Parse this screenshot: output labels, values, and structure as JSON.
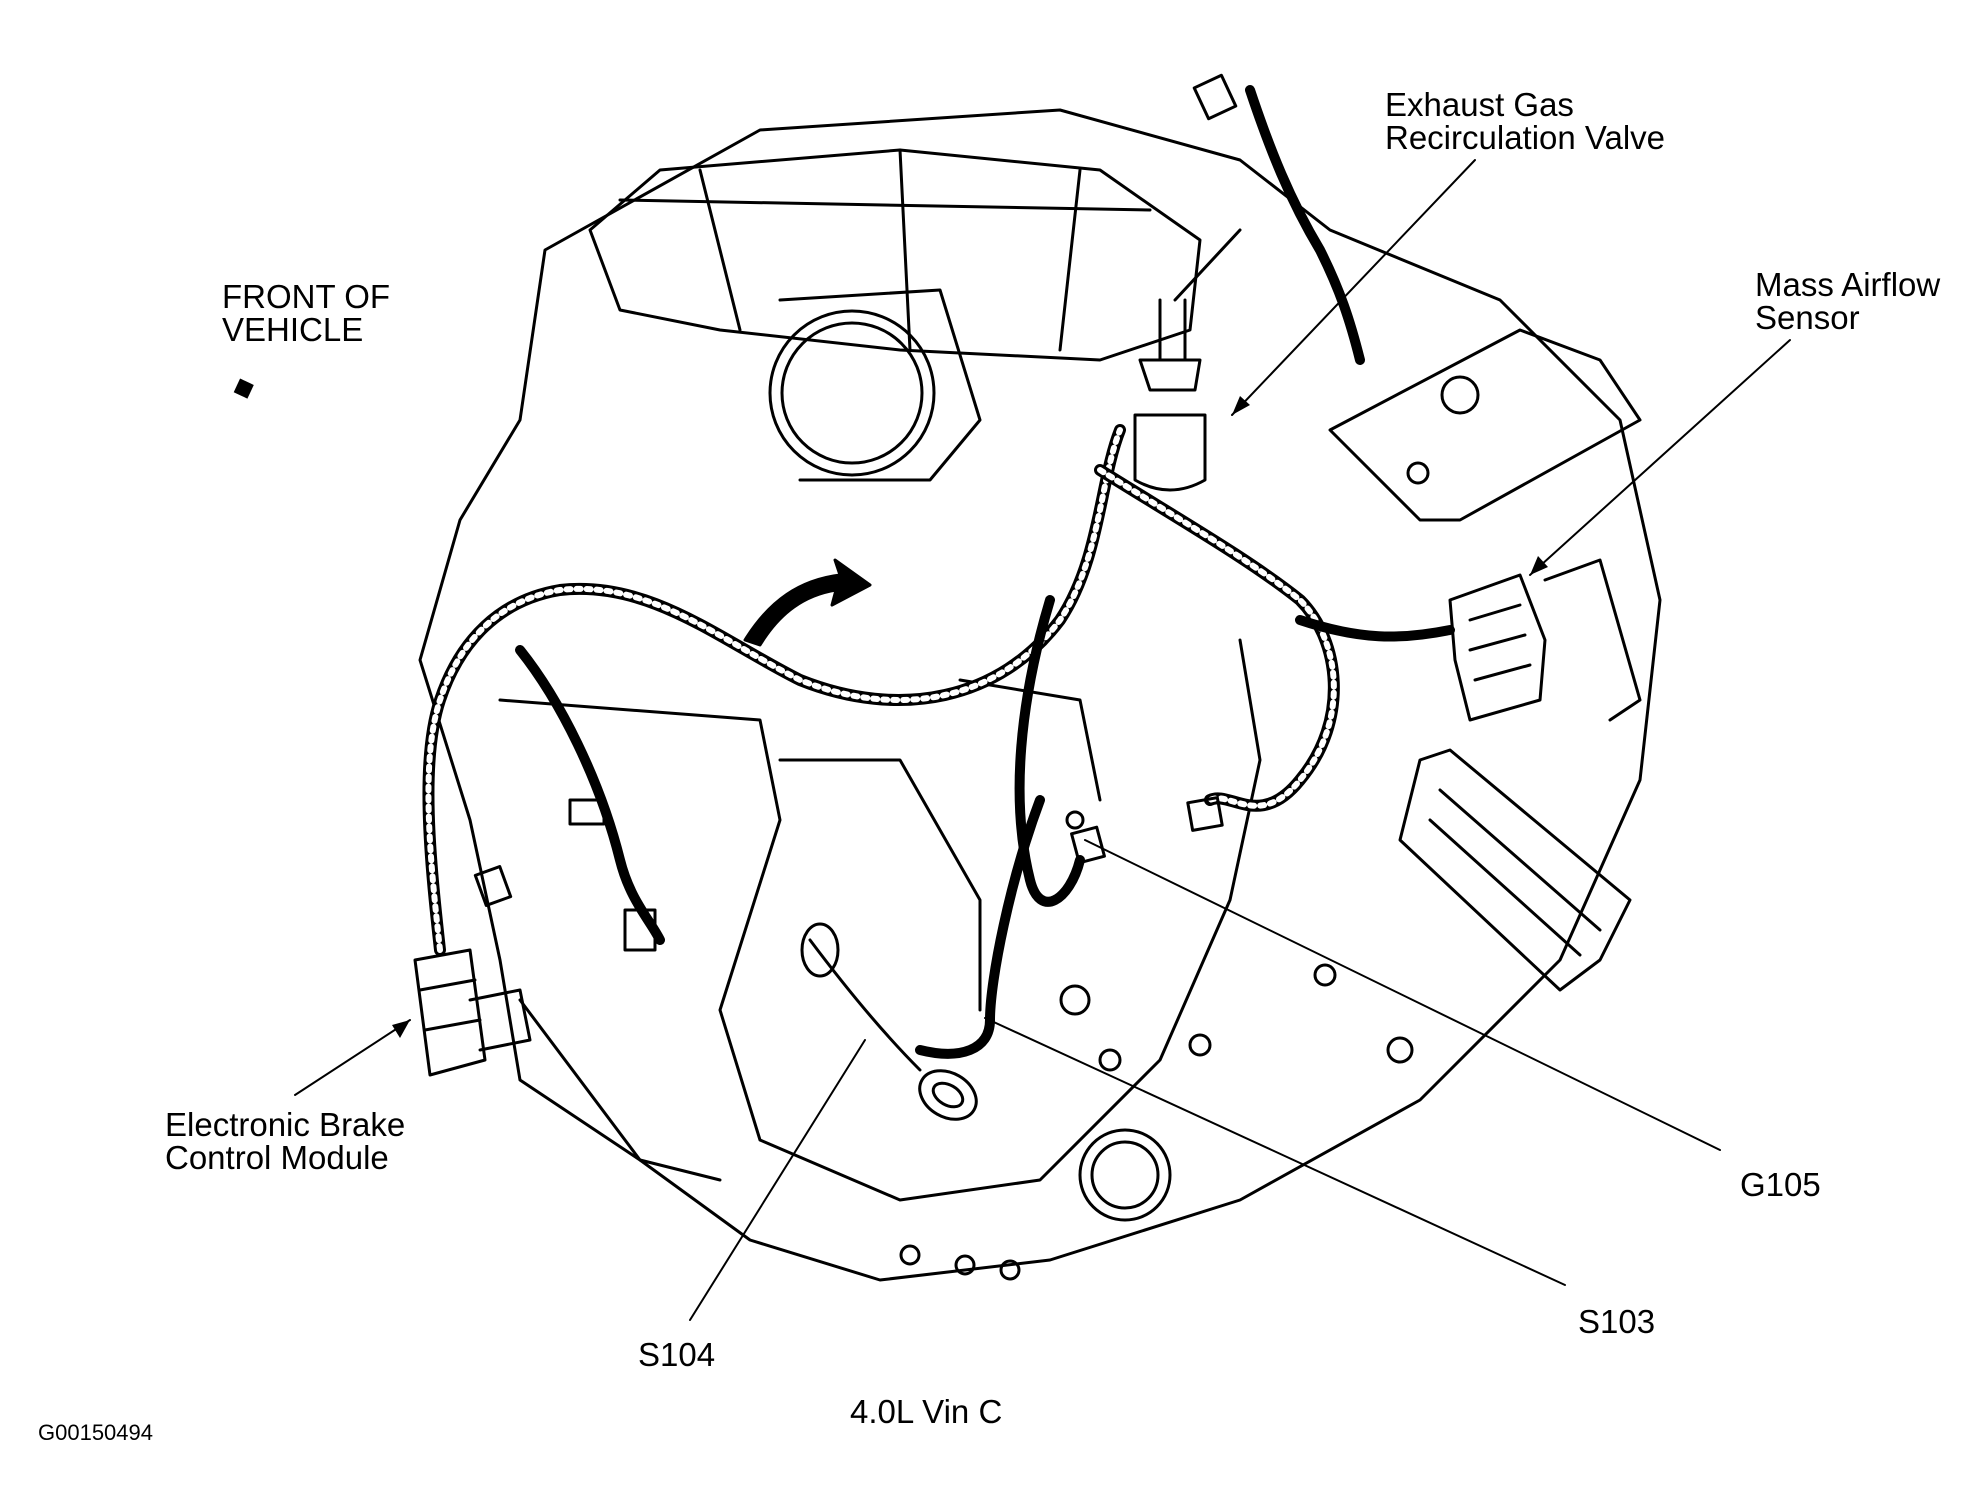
{
  "colors": {
    "ink": "#000000",
    "paper": "#ffffff"
  },
  "labels": {
    "front_of_vehicle": [
      "FRONT OF",
      "VEHICLE"
    ],
    "egr_valve": [
      "Exhaust Gas",
      "Recirculation Valve"
    ],
    "maf_sensor": [
      "Mass Airflow",
      "Sensor"
    ],
    "ebcm": [
      "Electronic Brake",
      "Control Module"
    ],
    "g105": "G105",
    "s103": "S103",
    "s104": "S104",
    "engine": "4.0L Vin C",
    "figure_id": "G00150494"
  },
  "icons": {
    "front_arrow": "arrow-icon"
  }
}
